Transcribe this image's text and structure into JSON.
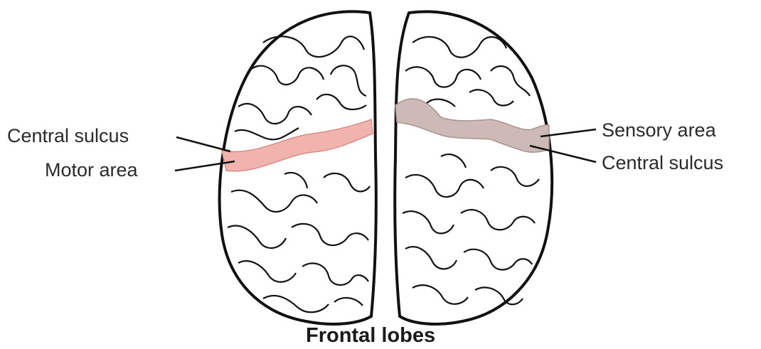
{
  "labels": {
    "left_central_sulcus": "Central sulcus",
    "motor_area": "Motor area",
    "sensory_area": "Sensory area",
    "right_central_sulcus": "Central sulcus"
  },
  "caption": "Frontal lobes",
  "colors": {
    "motor_area": "#f1b3ad",
    "sensory_area": "#cdb9b6",
    "outline": "#111111",
    "background": "#ffffff"
  }
}
